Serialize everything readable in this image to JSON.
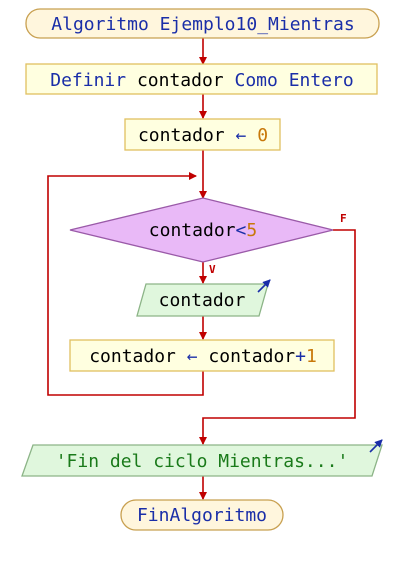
{
  "colors": {
    "terminal_fill": "#fff6dd",
    "terminal_stroke": "#c8a050",
    "process_fill": "#ffffe0",
    "process_stroke": "#e0c060",
    "decision_fill": "#e9b9f7",
    "decision_stroke": "#9a5aa8",
    "io_fill": "#e0f7dd",
    "io_stroke": "#8cb487",
    "arrow": "#c00000",
    "io_arrow": "#1a2ea8",
    "keyword": "#1a2ea8",
    "identifier": "#000000",
    "number": "#c8780a",
    "string": "#1a7a1a"
  },
  "flowchart": {
    "start": {
      "keyword": "Algoritmo",
      "name": "Ejemplo10_Mientras"
    },
    "definition": {
      "kw1": "Definir",
      "var": "contador",
      "kw2": "Como",
      "type": "Entero"
    },
    "assign_init": {
      "var": "contador",
      "op": "←",
      "value": "0"
    },
    "loop_condition": {
      "var": "contador",
      "op": "<",
      "value": "5"
    },
    "true_label": "V",
    "false_label": "F",
    "output_var": {
      "var": "contador"
    },
    "assign_increment": {
      "var": "contador",
      "op": "←",
      "expr_var": "contador",
      "plus": "+",
      "value": "1"
    },
    "output_text": {
      "value": "'Fin del ciclo Mientras...'"
    },
    "end": {
      "keyword": "FinAlgoritmo"
    },
    "icons": {
      "output_marker": "output-arrow-icon"
    }
  }
}
